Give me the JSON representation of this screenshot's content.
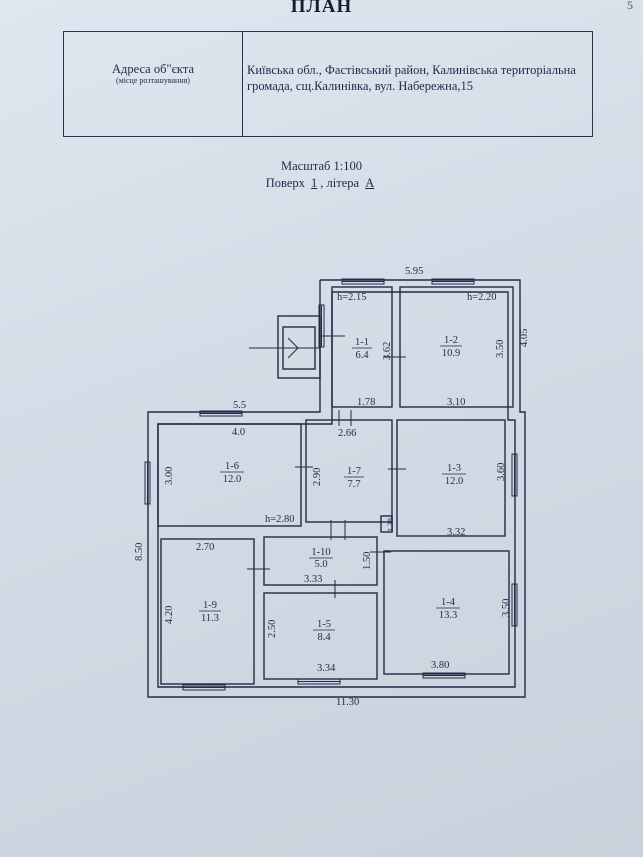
{
  "header": {
    "title": "ПЛАН",
    "corner_mark": "5"
  },
  "address": {
    "label": "Адреса об\"єкта",
    "sublabel": "(місце розташування)",
    "value": "Київська обл., Фастівський район, Калинівська територіальна громада, сщ.Калинівка, вул. Набережна,15"
  },
  "scale_text": "Масштаб 1:100",
  "floor": {
    "prefix": "Поверх",
    "number": "1",
    "sep": ", літера",
    "letter": "А"
  },
  "plan": {
    "dimensions": {
      "top_total": "5.95",
      "right_upper": "4.05",
      "room11_h": "h=2.15",
      "room12_h": "h=2.20",
      "room11_side": "3.62",
      "room12_side": "3.50",
      "room11_width": "1.78",
      "room12_width": "3.10",
      "left_wing_total": "5.5",
      "room16_width": "4.0",
      "room16_height": "3.00",
      "room16_h": "h=2.80",
      "room17_width": "2.66",
      "room17_height": "2.90",
      "room13_height": "3.60",
      "room13_width": "3.32",
      "small_mark": "1.38",
      "left_total": "8.50",
      "room19_width": "2.70",
      "room19_height": "4.20",
      "room110_width": "3.33",
      "room110_height": "1.50",
      "room15_height": "2.50",
      "room15_width": "3.34",
      "room14_height": "3.50",
      "room14_width": "3.80",
      "bottom_total": "11.30"
    },
    "rooms": [
      {
        "id": "1-1",
        "area": "6.4"
      },
      {
        "id": "1-2",
        "area": "10.9"
      },
      {
        "id": "1-6",
        "area": "12.0"
      },
      {
        "id": "1-7",
        "area": "7.7"
      },
      {
        "id": "1-3",
        "area": "12.0"
      },
      {
        "id": "1-10",
        "area": "5.0"
      },
      {
        "id": "1-9",
        "area": "11.3"
      },
      {
        "id": "1-5",
        "area": "8.4"
      },
      {
        "id": "1-4",
        "area": "13.3"
      }
    ]
  }
}
